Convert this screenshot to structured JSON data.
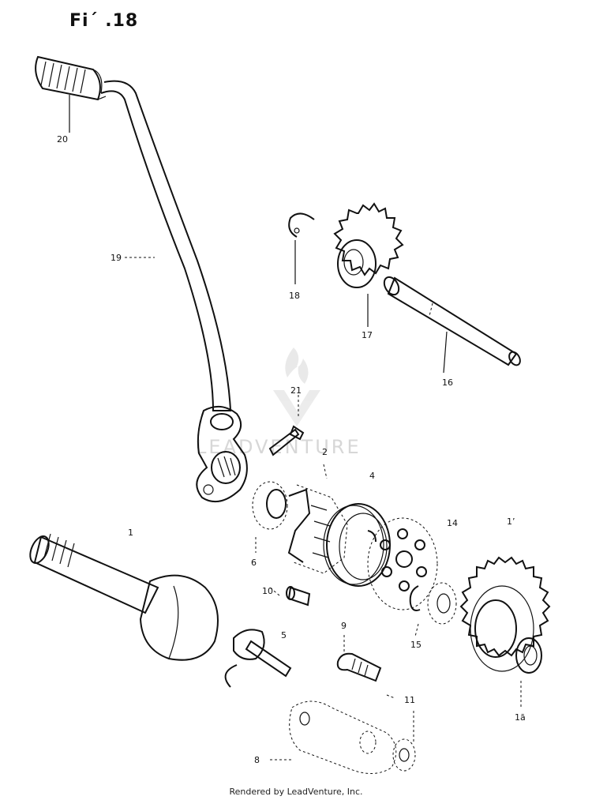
{
  "figure": {
    "title": "Fi´ .18"
  },
  "callouts": {
    "c1": "1",
    "c2": "2",
    "c4": "4",
    "c6": "6",
    "c8": "8",
    "c9": "9",
    "c10": "10",
    "c11": "11",
    "c13a": "1ʼ",
    "c13b": "1ā",
    "c14": "14",
    "c15": "15",
    "c16": "16",
    "c17": "17",
    "c18": "18",
    "c19": "19",
    "c20": "20",
    "c21": "21",
    "c5": "5"
  },
  "watermark": {
    "text": "LEADVENTURE"
  },
  "footer": {
    "text": "Rendered by LeadVenture, Inc."
  }
}
